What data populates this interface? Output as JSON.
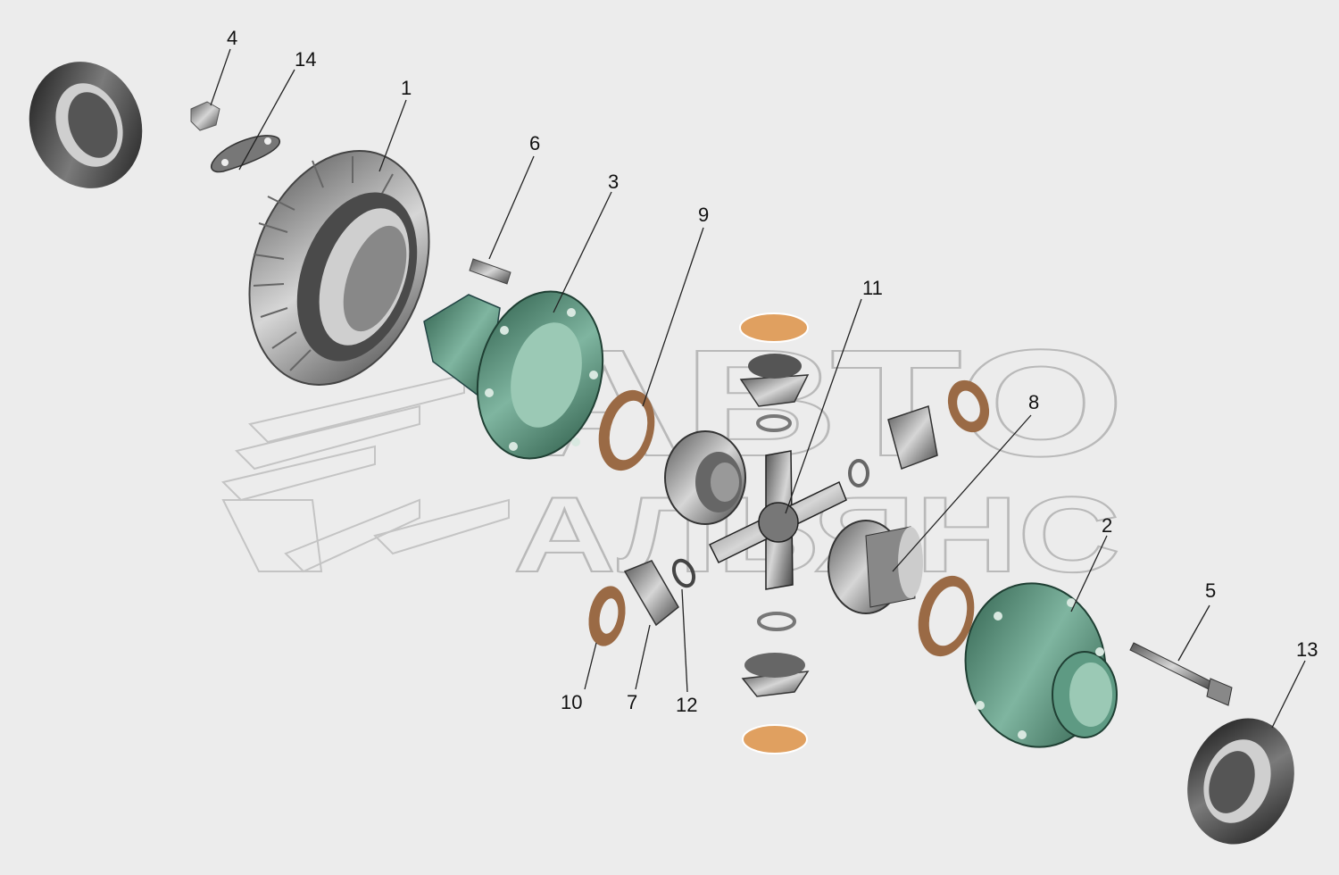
{
  "watermark": {
    "line1": "АВТО",
    "line2": "АЛЬЯНС"
  },
  "callouts": [
    {
      "id": "c1",
      "text": "1"
    },
    {
      "id": "c2",
      "text": "2"
    },
    {
      "id": "c3",
      "text": "3"
    },
    {
      "id": "c4",
      "text": "4"
    },
    {
      "id": "c5",
      "text": "5"
    },
    {
      "id": "c6",
      "text": "6"
    },
    {
      "id": "c7",
      "text": "7"
    },
    {
      "id": "c8",
      "text": "8"
    },
    {
      "id": "c9",
      "text": "9"
    },
    {
      "id": "c10",
      "text": "10"
    },
    {
      "id": "c11",
      "text": "11"
    },
    {
      "id": "c12",
      "text": "12"
    },
    {
      "id": "c13",
      "text": "13"
    },
    {
      "id": "c14",
      "text": "14"
    }
  ],
  "colors": {
    "background": "#ececec",
    "housing_green": "#3f7a63",
    "housing_light": "#7fb5a0",
    "gear_grey": "#9a9a9a",
    "bearing_dark": "#2a2a2a",
    "washer_bronze": "#9a6a45",
    "washer_orange": "#e0a060",
    "watermark_stroke": "#b9b9b9"
  }
}
